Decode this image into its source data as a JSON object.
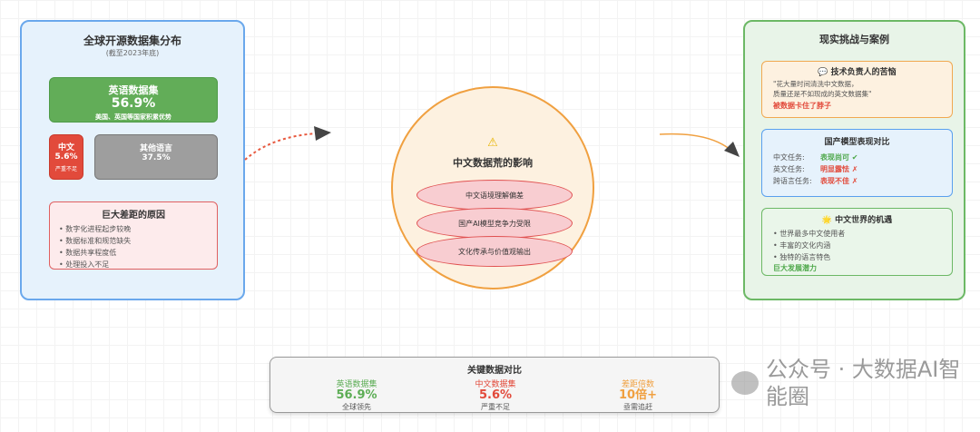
{
  "left": {
    "title": "全球开源数据集分布",
    "subtitle": "(截至2023年底)",
    "english": {
      "label": "英语数据集",
      "value": "56.9%",
      "note": "美国、英国等国家积累优势"
    },
    "chinese": {
      "label": "中文",
      "value": "5.6%",
      "note": "严重不足"
    },
    "other": {
      "label": "其他语言",
      "value": "37.5%"
    },
    "reasons": {
      "title": "巨大差距的原因",
      "items": [
        "数字化进程起步较晚",
        "数据标准和规范缺失",
        "数据共享程度低",
        "处理投入不足"
      ]
    }
  },
  "center": {
    "icon": "warning-icon",
    "title": "中文数据荒的影响",
    "items": [
      "中文语境理解偏差",
      "国产AI模型竞争力受限",
      "文化传承与价值观输出"
    ]
  },
  "right": {
    "title": "现实挑战与案例",
    "quote": {
      "title": "技术负责人的苦恼",
      "lines": [
        "\"花大量时间清洗中文数据，",
        "质量还是不如现成的英文数据集\""
      ],
      "highlight": "被数据卡住了脖子"
    },
    "compare": {
      "title": "国产模型表现对比",
      "rows": [
        {
          "task": "中文任务:",
          "result": "表现尚可 ✔"
        },
        {
          "task": "英文任务:",
          "result": "明显露怯 ✗"
        },
        {
          "task": "跨语言任务:",
          "result": "表现不佳 ✗"
        }
      ]
    },
    "chance": {
      "title": "中文世界的机遇",
      "items": [
        "世界最多中文使用者",
        "丰富的文化内涵",
        "独特的语言特色"
      ],
      "highlight": "巨大发展潜力"
    }
  },
  "bottom": {
    "title": "关键数据对比",
    "stats": [
      {
        "label": "英语数据集",
        "value": "56.9%",
        "note": "全球领先"
      },
      {
        "label": "中文数据集",
        "value": "5.6%",
        "note": "严重不足"
      },
      {
        "label": "差距倍数",
        "value": "10倍+",
        "note": "亟需追赶"
      }
    ]
  },
  "watermark": "公众号 · 大数据AI智能圈",
  "colors": {
    "green": "#5cad55",
    "red": "#e24a3b",
    "gray": "#999",
    "orange": "#f0a040",
    "blue": "#5aa0ee"
  }
}
